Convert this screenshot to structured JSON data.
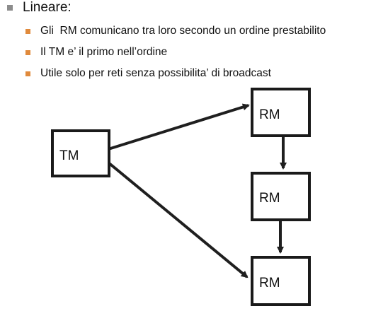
{
  "colors": {
    "bullet_level1": "#8c8c8c",
    "bullet_level2": "#e08a3c",
    "box_stroke": "#1a1a1a",
    "arrow": "#1f1f1f"
  },
  "heading": {
    "text": "Lineare:"
  },
  "items": [
    {
      "text": "Gli  RM comunicano tra loro secondo un ordine prestabilito"
    },
    {
      "text": "Il TM e’ il primo nell’ordine"
    },
    {
      "text": "Utile solo per reti senza possibilita’ di broadcast"
    }
  ],
  "diagram": {
    "nodes": [
      {
        "id": "tm",
        "label": "TM"
      },
      {
        "id": "rm1",
        "label": "RM"
      },
      {
        "id": "rm2",
        "label": "RM"
      },
      {
        "id": "rm3",
        "label": "RM"
      }
    ],
    "edges": [
      {
        "from": "tm",
        "to": "rm1"
      },
      {
        "from": "tm",
        "to": "rm3"
      },
      {
        "from": "rm1",
        "to": "rm2"
      },
      {
        "from": "rm2",
        "to": "rm3"
      }
    ]
  }
}
